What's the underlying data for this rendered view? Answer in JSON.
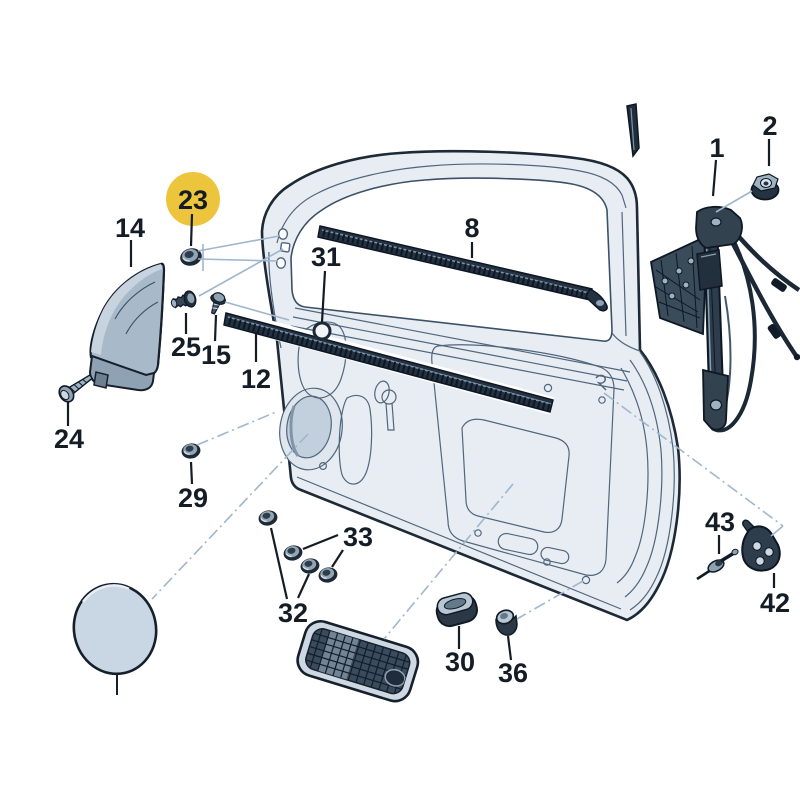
{
  "diagram": {
    "description": "Exploded parts diagram of a vehicle front door assembly",
    "highlighted_part": "23",
    "colors": {
      "highlight": "#edc53d",
      "line_art": "#1d2936",
      "panel_fill": "#e7edf3",
      "dark_part": "#243140",
      "leader_blue": "#9fb6cd"
    },
    "labels": {
      "p1": "1",
      "p2": "2",
      "p8": "8",
      "p12": "12",
      "p14": "14",
      "p15": "15",
      "p23": "23",
      "p24": "24",
      "p25": "25",
      "p29": "29",
      "p30": "30",
      "p31": "31",
      "p32": "32",
      "p33": "33",
      "p36": "36",
      "p42": "42",
      "p43": "43"
    }
  }
}
